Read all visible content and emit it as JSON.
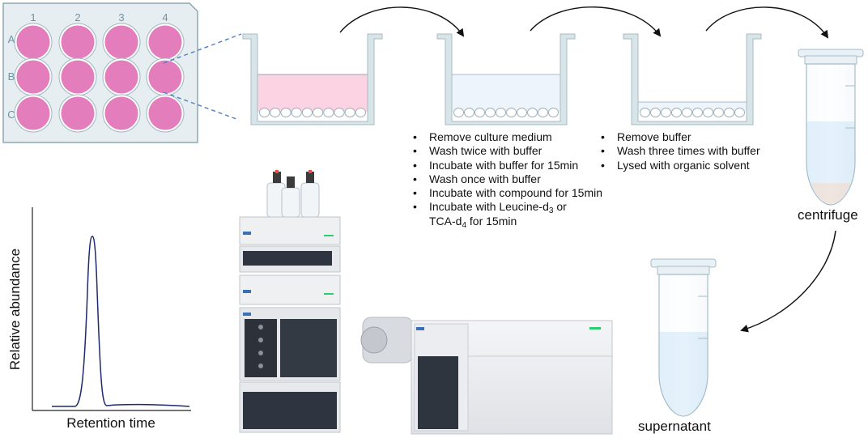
{
  "plate": {
    "columns": [
      "1",
      "2",
      "3",
      "4"
    ],
    "rows": [
      "A",
      "B",
      "C"
    ]
  },
  "steps": {
    "left": [
      "Remove culture medium",
      "Wash twice with buffer",
      "Incubate with buffer for 15min",
      "Wash once with buffer",
      "Incubate with compound for 15min"
    ],
    "left_last_prefix": "Incubate with Leucine-d",
    "left_last_sub1": "3",
    "left_last_mid": " or",
    "left_last_line2_prefix": "TCA-d",
    "left_last_sub2": "4",
    "left_last_suffix": " for 15min",
    "right": [
      "Remove buffer",
      "Wash three times with buffer",
      "Lysed with organic solvent"
    ]
  },
  "labels": {
    "centrifuge": "centrifuge",
    "supernatant": "supernatant",
    "ylabel": "Relative abundance",
    "xlabel": "Retention time"
  },
  "colors": {
    "well_pink": "#e37dbb",
    "plate_bg": "#e7eef1",
    "plate_stroke": "#8ea6b3",
    "medium_pink": "#fbd3e2",
    "buffer_blue": "#eef4fc",
    "tube_liquid": "#d9ecfa",
    "pellet": "#ead9cf",
    "trace": "#1d2a6e"
  }
}
